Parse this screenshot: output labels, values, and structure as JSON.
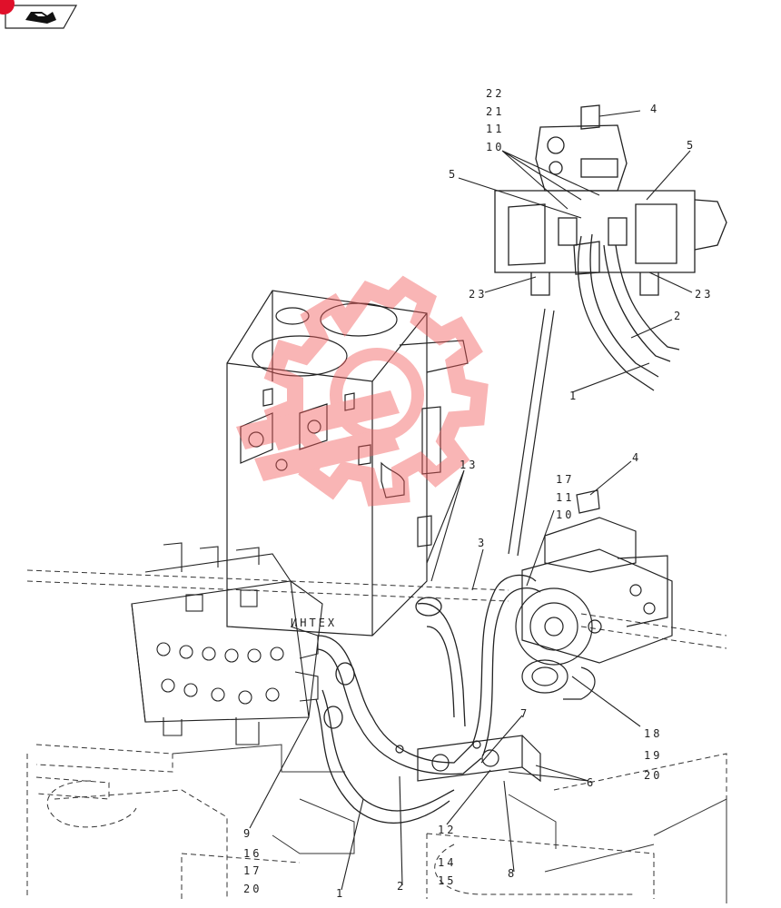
{
  "watermark": {
    "text": "ИНТЕХ",
    "logo": "gear-logo",
    "color": "#f25c5c"
  },
  "nav_icon": {
    "name": "book-icon",
    "badge_color": "#e0102a"
  },
  "callouts": {
    "c22": "22",
    "c21": "21",
    "c11a": "11",
    "c10a": "10",
    "c4a": "4",
    "c5a": "5",
    "c5b": "5",
    "c23a": "23",
    "c23b": "23",
    "c2a": "2",
    "c1a": "1",
    "c13": "13",
    "c4b": "4",
    "c17a": "17",
    "c11b": "11",
    "c10b": "10",
    "c3": "3",
    "c7": "7",
    "c18": "18",
    "c19": "19",
    "c20a": "20",
    "c6": "6",
    "c9": "9",
    "c16": "16",
    "c17b": "17",
    "c20b": "20",
    "c1b": "1",
    "c2b": "2",
    "c12": "12",
    "c14": "14",
    "c15": "15",
    "c8": "8"
  }
}
